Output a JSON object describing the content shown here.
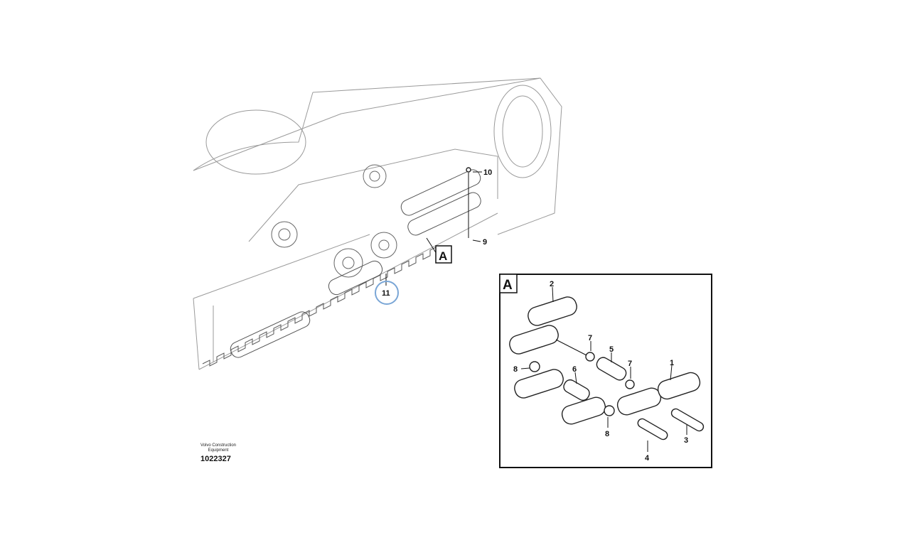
{
  "main_view": {
    "callouts": {
      "c10": "10",
      "c9": "9",
      "cA": "A",
      "c11": "11"
    },
    "highlight_color": "#7aa6d6"
  },
  "detail_view": {
    "title": "A",
    "callouts": {
      "c1": "1",
      "c2": "2",
      "c3": "3",
      "c4": "4",
      "c5": "5",
      "c6": "6",
      "c7a": "7",
      "c7b": "7",
      "c8a": "8",
      "c8b": "8"
    }
  },
  "footer": {
    "brand_line1": "Volvo Construction",
    "brand_line2": "Equipment",
    "drawing_number": "1022327"
  }
}
